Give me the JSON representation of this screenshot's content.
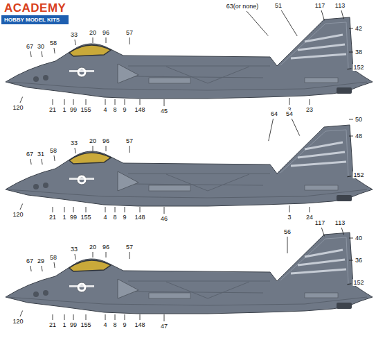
{
  "diagram": {
    "nodes": [
      {
        "text": [
          "ACADEMY",
          "HOBBY MODEL KITS"
        ]
      }
    ],
    "labels": [
      "67",
      "30",
      "58",
      "33",
      "20",
      "96",
      "57",
      "63(or none)",
      "51",
      "117",
      "113",
      "42",
      "38",
      "152",
      "120",
      "21",
      "1",
      "99",
      "155",
      "4",
      "8",
      "9",
      "148",
      "45",
      "3",
      "23",
      "67",
      "31",
      "58",
      "33",
      "20",
      "96",
      "57",
      "64",
      "54",
      "50",
      "48",
      "152",
      "120",
      "21",
      "1",
      "99",
      "155",
      "4",
      "8",
      "9",
      "148",
      "46",
      "3",
      "24",
      "67",
      "29",
      "58",
      "33",
      "20",
      "96",
      "57",
      "56",
      "117",
      "113",
      "40",
      "36",
      "152",
      "120",
      "21",
      "1",
      "99",
      "155",
      "4",
      "8",
      "9",
      "148",
      "47"
    ]
  }
}
